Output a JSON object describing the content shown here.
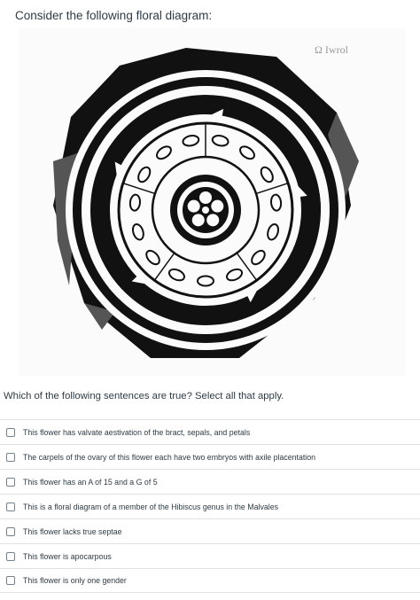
{
  "prompt": "Consider the following floral diagram:",
  "question": "Which of the following sentences are true? Select all that apply.",
  "options": [
    {
      "label": "This flower has valvate aestivation of the bract, sepals, and petals",
      "checked": false
    },
    {
      "label": "The carpels of the ovary of this flower each have two embryos with axile placentation",
      "checked": false
    },
    {
      "label": "This flower has an A of 15 and a G of 5",
      "checked": false
    },
    {
      "label": "This is a floral diagram of a member of the Hibiscus genus in the Malvales",
      "checked": false
    },
    {
      "label": "This flower lacks true septae",
      "checked": false
    },
    {
      "label": "This flower is apocarpous",
      "checked": false
    },
    {
      "label": "This flower is only one gender",
      "checked": false
    }
  ],
  "diagram": {
    "image_alt": "floral diagram",
    "anther_count": 15,
    "carpel_count": 5,
    "colors": {
      "ink": "#111111",
      "shade": "#555555",
      "paper": "#fbfbfb"
    }
  }
}
